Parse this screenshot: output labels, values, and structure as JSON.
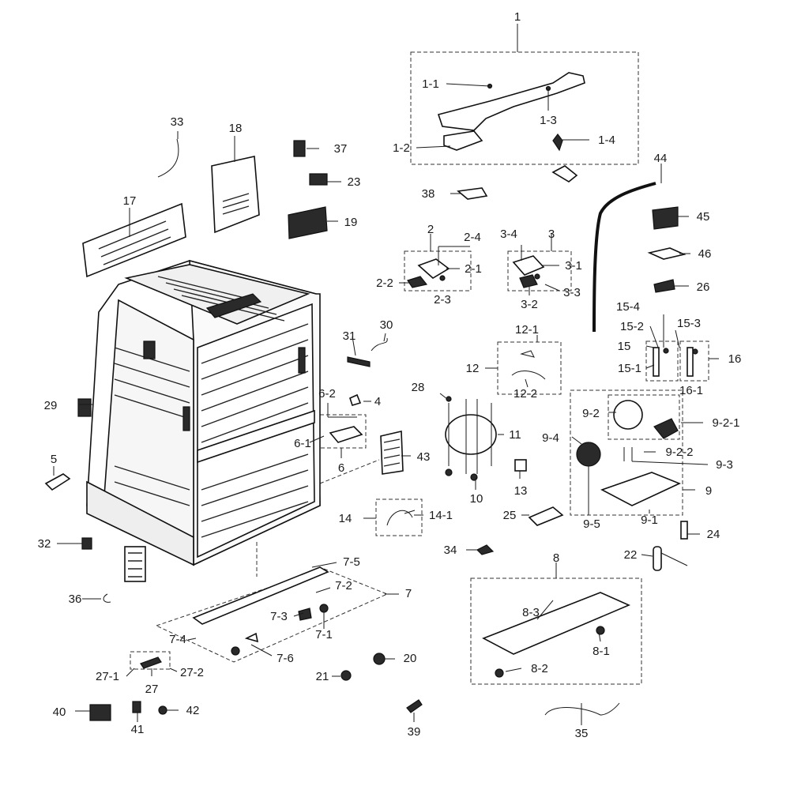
{
  "diagram": {
    "labels": {
      "n1": "1",
      "n1_1": "1-1",
      "n1_2": "1-2",
      "n1_3": "1-3",
      "n1_4": "1-4",
      "n2": "2",
      "n2_1": "2-1",
      "n2_2": "2-2",
      "n2_3": "2-3",
      "n2_4": "2-4",
      "n3": "3",
      "n3_1": "3-1",
      "n3_2": "3-2",
      "n3_3": "3-3",
      "n3_4": "3-4",
      "n4": "4",
      "n5": "5",
      "n6": "6",
      "n6_1": "6-1",
      "n6_2": "6-2",
      "n7": "7",
      "n7_1": "7-1",
      "n7_2": "7-2",
      "n7_3": "7-3",
      "n7_4": "7-4",
      "n7_5": "7-5",
      "n7_6": "7-6",
      "n8": "8",
      "n8_1": "8-1",
      "n8_2": "8-2",
      "n8_3": "8-3",
      "n9": "9",
      "n9_1": "9-1",
      "n9_2": "9-2",
      "n9_2_1": "9-2-1",
      "n9_2_2": "9-2-2",
      "n9_3": "9-3",
      "n9_4": "9-4",
      "n9_5": "9-5",
      "n10": "10",
      "n11": "11",
      "n12": "12",
      "n12_1": "12-1",
      "n12_2": "12-2",
      "n13": "13",
      "n14": "14",
      "n14_1": "14-1",
      "n15": "15",
      "n15_1": "15-1",
      "n15_2": "15-2",
      "n15_3": "15-3",
      "n15_4": "15-4",
      "n16": "16",
      "n16_1": "16-1",
      "n17": "17",
      "n18": "18",
      "n19": "19",
      "n20": "20",
      "n21": "21",
      "n22": "22",
      "n23": "23",
      "n24": "24",
      "n25": "25",
      "n26": "26",
      "n27": "27",
      "n27_1": "27-1",
      "n27_2": "27-2",
      "n28": "28",
      "n29": "29",
      "n30": "30",
      "n31": "31",
      "n32": "32",
      "n33": "33",
      "n34": "34",
      "n35": "35",
      "n36": "36",
      "n37": "37",
      "n38": "38",
      "n39": "39",
      "n40": "40",
      "n41": "41",
      "n42": "42",
      "n43": "43",
      "n44": "44",
      "n45": "45",
      "n46": "46"
    }
  }
}
